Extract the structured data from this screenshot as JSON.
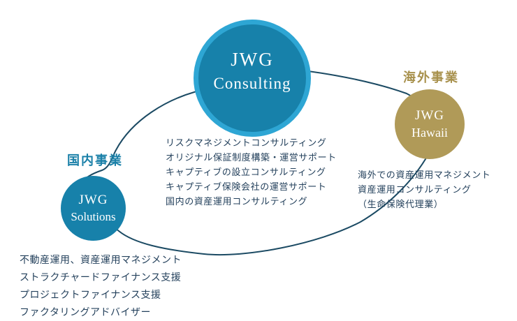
{
  "diagram": {
    "consulting": {
      "name_line1": "JWG",
      "name_line2": "Consulting",
      "services": [
        "リスクマネジメントコンサルティング",
        "オリジナル保証制度構築・運営サポート",
        "キャプティブの設立コンサルティング",
        "キャプティブ保険会社の運営サポート",
        "国内の資産運用コンサルティング"
      ]
    },
    "overseas": {
      "label": "海外事業",
      "name_line1": "JWG",
      "name_line2": "Hawaii",
      "services": [
        "海外での資産運用マネジメント",
        "資産運用コンサルティング",
        "（生命保険代理業）"
      ]
    },
    "domestic": {
      "label": "国内事業",
      "name_line1": "JWG",
      "name_line2": "Solutions",
      "services": [
        "不動産運用、資産運用マネジメント",
        "ストラクチャードファイナンス支援",
        "プロジェクトファイナンス支援",
        "ファクタリングアドバイザー"
      ]
    },
    "colors": {
      "teal_circle_fill": "#1781aa",
      "consulting_ring": "#2ea6d4",
      "gold_circle_fill": "#b09a58",
      "overseas_label_text": "#a8914d",
      "domestic_label_text": "#1a80a8",
      "body_text": "#24415c",
      "loop_curve": "#1b4a63"
    }
  }
}
